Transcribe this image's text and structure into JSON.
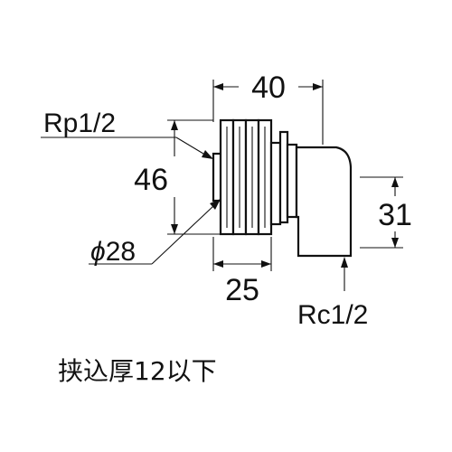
{
  "diagram": {
    "dimensions": {
      "width_overall": "40",
      "height_overall": "46",
      "height_outlet": "31",
      "length_body": "25"
    },
    "threads": {
      "inlet": "Rp1/2",
      "outlet": "Rc1/2"
    },
    "diameter": {
      "symbol": "ϕ",
      "value": "28"
    },
    "note": "挟込厚12以下"
  }
}
